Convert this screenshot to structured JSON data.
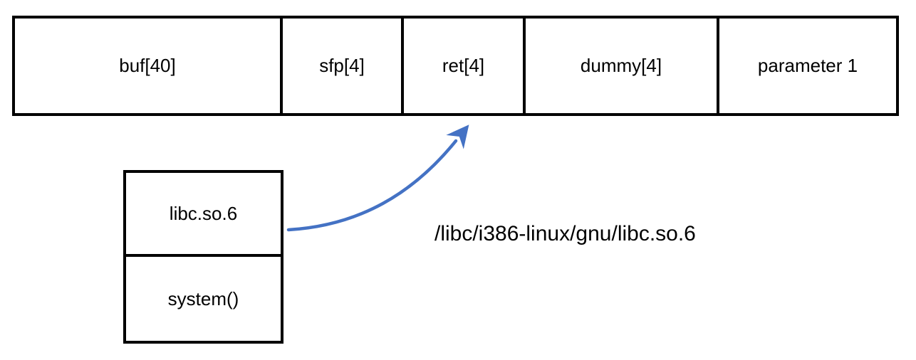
{
  "stack_row": {
    "cells": [
      {
        "label": "buf[40]"
      },
      {
        "label": "sfp[4]"
      },
      {
        "label": "ret[4]"
      },
      {
        "label": "dummy[4]"
      },
      {
        "label": "parameter 1"
      }
    ]
  },
  "libc_box": {
    "cells": [
      {
        "label": "libc.so.6"
      },
      {
        "label": "system()"
      }
    ]
  },
  "annotation": {
    "path_label": "/libc/i386-linux/gnu/libc.so.6"
  },
  "arrow": {
    "color": "#4472C4",
    "description": "curved arrow from libc box to ret[4] cell"
  },
  "colors": {
    "border": "#000000",
    "background": "#ffffff"
  }
}
